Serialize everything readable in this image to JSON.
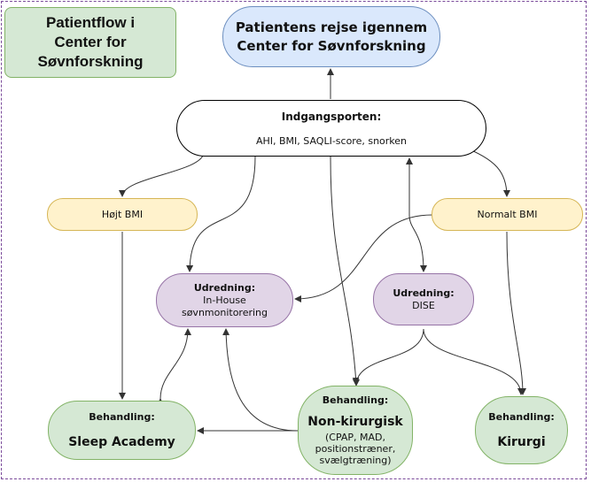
{
  "title": "Patientflow i Center for Søvnforskning",
  "title_lines": [
    "Patientflow i",
    "Center for",
    "Søvnforskning"
  ],
  "journey": {
    "line1": "Patientens rejse igennem",
    "line2": "Center for Søvnforskning"
  },
  "gateway": {
    "title": "Indgangsporten:",
    "subtitle": "AHI, BMI, SAQLI-score, snorken"
  },
  "high_bmi": "Højt BMI",
  "normal_bmi": "Normalt BMI",
  "inhouse": {
    "title": "Udredning:",
    "line1": "In-House",
    "line2": "søvnmonitorering"
  },
  "dise": {
    "title": "Udredning:",
    "line1": "DISE"
  },
  "sleep_academy": {
    "title": "Behandling:",
    "name": "Sleep Academy"
  },
  "non_surgical": {
    "title": "Behandling:",
    "name": "Non-kirurgisk",
    "details": [
      "(CPAP, MAD,",
      "positionstræner,",
      "svælgtræning)"
    ]
  },
  "surgery": {
    "title": "Behandling:",
    "name": "Kirurgi"
  },
  "colors": {
    "green_fill": "#d5e8d4",
    "green_stroke": "#82b366",
    "blue_fill": "#dae8fc",
    "blue_stroke": "#6c8ebf",
    "yellow_fill": "#fff2cc",
    "yellow_stroke": "#d6b656",
    "purple_fill": "#e1d5e7",
    "purple_stroke": "#9673a6",
    "frame": "#7a4a9a",
    "edge": "#333333"
  }
}
